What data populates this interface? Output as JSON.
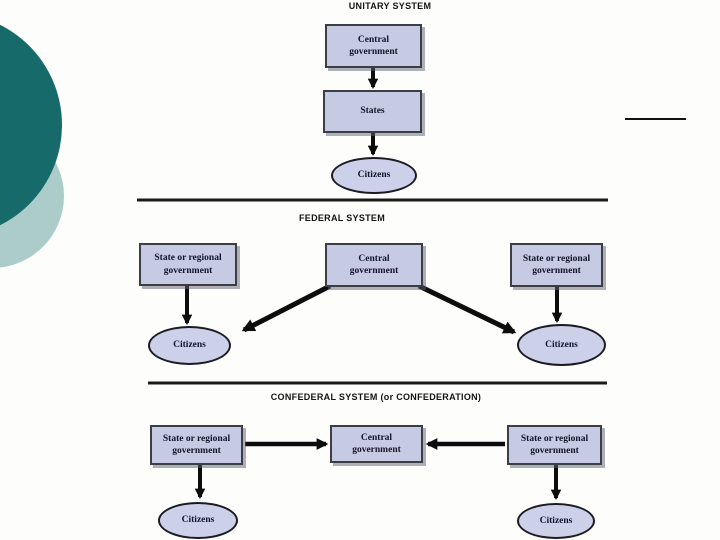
{
  "slide": {
    "type": "diagram-slide",
    "colors": {
      "decorative_circle_dark": "#176a6a",
      "decorative_circle_light": "#abccc8",
      "node_fill": "#c6cae3",
      "node_border": "#3d3d46",
      "ellipse_fill": "#ccd0e9",
      "line_color": "#0d0d0d"
    }
  },
  "sections": [
    {
      "title": "UNITARY SYSTEM",
      "central": "Central government",
      "states": "States",
      "citizens": "Citizens",
      "edges": [
        "Central government → States",
        "States → Citizens"
      ]
    },
    {
      "title": "FEDERAL SYSTEM",
      "left": "State or regional government",
      "central": "Central government",
      "right": "State or regional government",
      "citizens_left": "Citizens",
      "citizens_right": "Citizens",
      "edges": [
        "State or regional government (left) → Citizens (left)",
        "Central government → Citizens (left)",
        "Central government → Citizens (right)",
        "State or regional government (right) → Citizens (right)"
      ]
    },
    {
      "title": "CONFEDERAL SYSTEM (or CONFEDERATION)",
      "left": "State or regional government",
      "central": "Central government",
      "right": "State or regional government",
      "citizens_left": "Citizens",
      "citizens_right": "Citizens",
      "edges": [
        "State or regional government (left) → Central government",
        "State or regional government (right) → Central government",
        "State or regional government (left) → Citizens (left)",
        "State or regional government (right) → Citizens (right)"
      ]
    }
  ]
}
